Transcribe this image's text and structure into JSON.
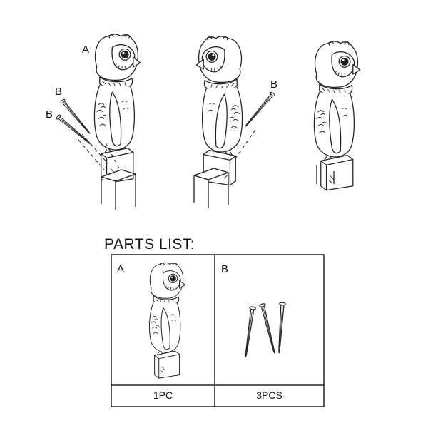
{
  "labels": {
    "part_a": "A",
    "part_b": "B"
  },
  "parts_list": {
    "title": "PARTS LIST:",
    "items": [
      {
        "letter": "A",
        "quantity": "1PC"
      },
      {
        "letter": "B",
        "quantity": "3PCS"
      }
    ]
  }
}
